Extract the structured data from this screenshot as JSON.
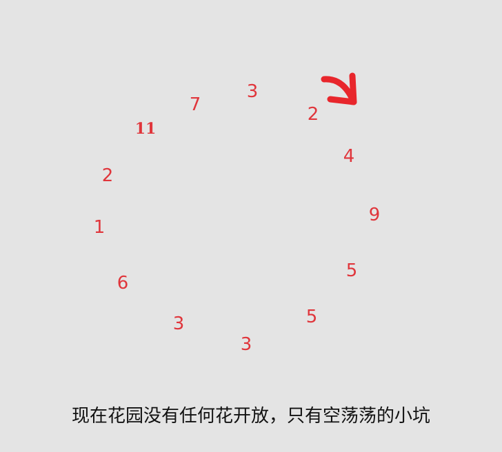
{
  "colors": {
    "background": "#e4e4e4",
    "number": "#e0353b",
    "arrow": "#e8262c",
    "caption": "#111111"
  },
  "diagram": {
    "numbers": [
      "3",
      "2",
      "4",
      "9",
      "5",
      "5",
      "3",
      "3",
      "6",
      "1",
      "2",
      "11",
      "7"
    ],
    "arrow_icon": "curved-arrow-icon"
  },
  "caption": "现在花园没有任何花开放，只有空荡荡的小坑"
}
